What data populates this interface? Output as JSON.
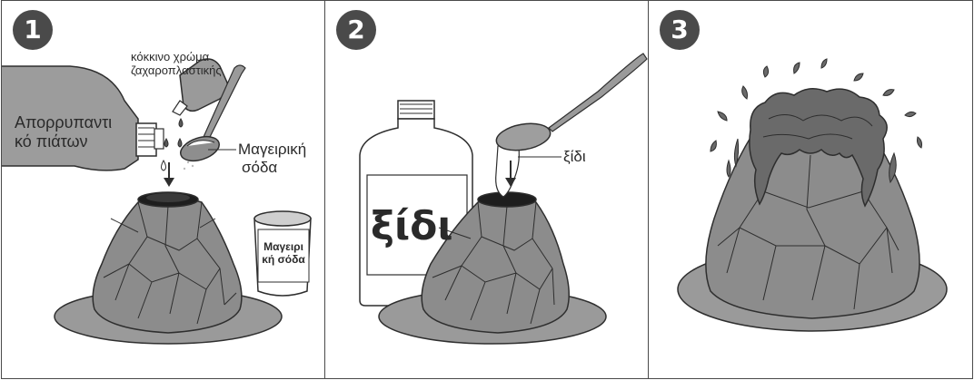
{
  "panels": [
    {
      "number": "1",
      "labels": {
        "food_coloring_line1": "κόκκινο χρώμα",
        "food_coloring_line2": "ζαχαροπλαστικής",
        "dish_soap_line1": "Απορρυπαντι",
        "dish_soap_line2": "κό πιάτων",
        "baking_soda_line1": "Μαγειρική",
        "baking_soda_line2": "σόδα",
        "jar_line1": "Μαγειρι",
        "jar_line2": "κή σόδα"
      }
    },
    {
      "number": "2",
      "labels": {
        "bottle": "ξίδι",
        "vinegar": "ξίδι"
      }
    },
    {
      "number": "3",
      "labels": {}
    }
  ],
  "colors": {
    "badge": "#4a4a4a",
    "volcano_fill": "#8a8a8a",
    "lava": "#6a6a6a",
    "base": "#9a9a9a",
    "outline": "#2e2e2e"
  }
}
